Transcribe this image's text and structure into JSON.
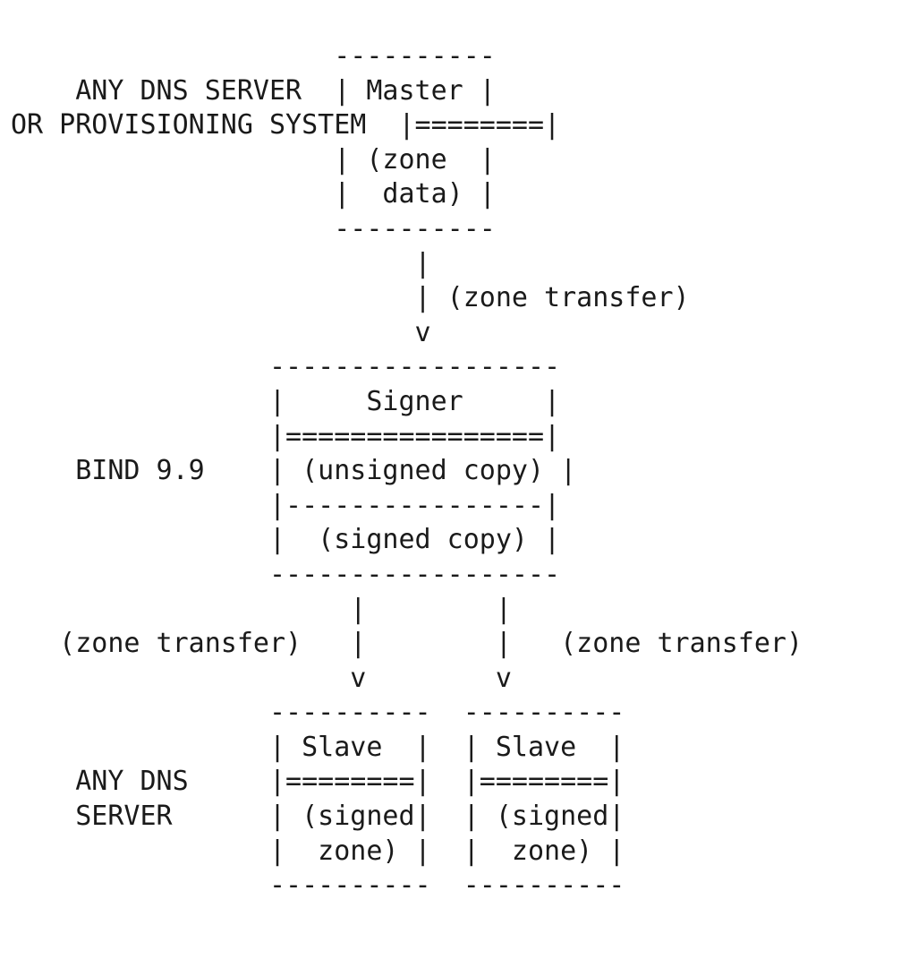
{
  "diagram": {
    "title": "DNSSEC zone signing topology (ASCII art)",
    "type": "ascii-art-flow-diagram",
    "colors": {
      "background": "#ffffff",
      "foreground": "#1a1a1a"
    },
    "nodes": [
      {
        "id": "master",
        "label": "Master",
        "body_lines": [
          "(zone",
          " data)"
        ],
        "separator": "========",
        "width_chars": 10,
        "side_label": [
          "ANY DNS SERVER",
          "OR PROVISIONING SYSTEM"
        ]
      },
      {
        "id": "signer",
        "label": "Signer",
        "body_lines": [
          "(unsigned copy)",
          "(signed copy)"
        ],
        "separator": "================",
        "inner_divider": "----------------",
        "width_chars": 18,
        "side_label": [
          "BIND 9.9"
        ]
      },
      {
        "id": "slave-left",
        "label": "Slave",
        "body_lines": [
          "(signed",
          " zone)"
        ],
        "separator": "========",
        "width_chars": 10,
        "side_label": [
          "ANY DNS",
          "SERVER"
        ]
      },
      {
        "id": "slave-right",
        "label": "Slave",
        "body_lines": [
          "(signed",
          " zone)"
        ],
        "separator": "========",
        "width_chars": 10,
        "side_label": []
      }
    ],
    "edges": [
      {
        "id": "master-to-signer",
        "label": "(zone transfer)",
        "from": "master",
        "to": "signer",
        "arrowhead": "v"
      },
      {
        "id": "signer-to-slave-left",
        "label": "(zone transfer)",
        "from": "signer",
        "to": "slave-left",
        "arrowhead": "v"
      },
      {
        "id": "signer-to-slave-right",
        "label": "(zone transfer)",
        "from": "signer",
        "to": "slave-right",
        "arrowhead": "v"
      }
    ],
    "art": "                    ----------\n    ANY DNS SERVER  | Master |\nOR PROVISIONING SYSTEM  |========|\n                    | (zone  |\n                    |  data) |\n                    ----------\n                         |\n                         | (zone transfer)\n                         v\n                ------------------\n                |     Signer     |\n                |================|\n    BIND 9.9    | (unsigned copy) |\n                |----------------|\n                |  (signed copy) |\n                ------------------\n                     |        |\n   (zone transfer)   |        |   (zone transfer)\n                     v        v\n                ----------  ----------\n                | Slave  |  | Slave  |\n    ANY DNS     |========|  |========|\n    SERVER      | (signed|  | (signed|\n                |  zone) |  |  zone) |\n                ----------  ----------"
  }
}
